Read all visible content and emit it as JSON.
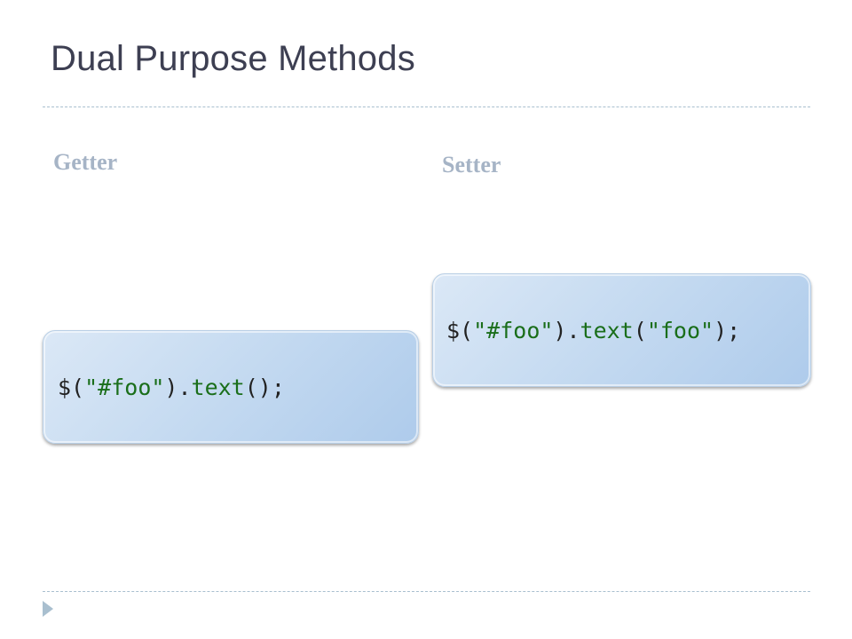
{
  "slide": {
    "title": "Dual Purpose Methods",
    "getter": {
      "heading": "Getter",
      "code": {
        "prefix": "$(",
        "arg": "\"#foo\"",
        "mid": ").",
        "method": "text",
        "suffix": "();"
      }
    },
    "setter": {
      "heading": "Setter",
      "code": {
        "prefix": "$(",
        "arg": "\"#foo\"",
        "mid": ").",
        "method": "text",
        "open": "(",
        "value": "\"foo\"",
        "suffix": ");"
      }
    },
    "colors": {
      "title": "#3d3f52",
      "heading": "#a6b4c6",
      "code_string": "#1a6e1a",
      "box_fill": "#c6dbf1",
      "rule": "#a9bfcf"
    }
  }
}
